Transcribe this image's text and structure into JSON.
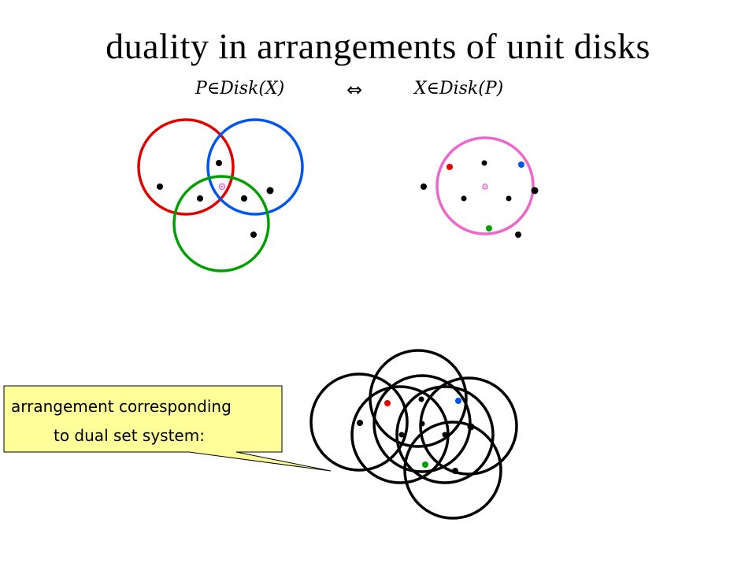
{
  "title": "duality in arrangements of unit disks",
  "formula": {
    "left": {
      "point": "P",
      "member_symbol": "∈",
      "func": "Disk(X)"
    },
    "equivalence_symbol": "⇔",
    "right": {
      "point": "X",
      "member_symbol": "∈",
      "func": "Disk(P)"
    }
  },
  "callout": {
    "line1": "arrangement corresponding",
    "line2": "to dual set system:",
    "fill_color": "#ffff99",
    "border_color": "#000000"
  },
  "colors": {
    "red": "#e00000",
    "blue": "#0055ee",
    "green": "#00a000",
    "pink": "#ee66cc",
    "black": "#000000"
  }
}
